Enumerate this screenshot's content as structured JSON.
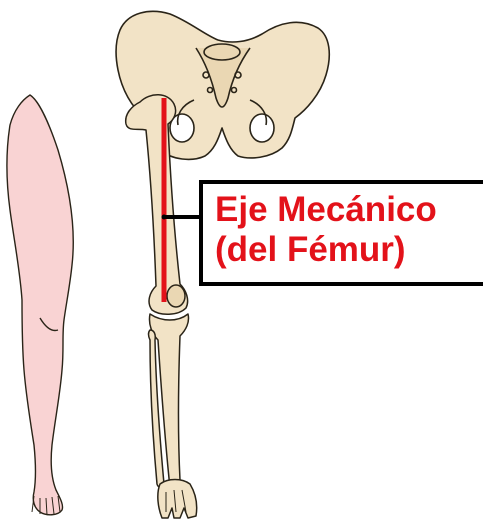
{
  "label": {
    "line1": "Eje Mecánico",
    "line2": "(del Fémur)"
  },
  "colors": {
    "axis_line": "#e3121a",
    "label_text": "#e3121a",
    "bone_fill": "#f2e3c6",
    "bone_stroke": "#2a2418",
    "skin_fill": "#f9d3d3",
    "skin_stroke": "#2a2418",
    "leader_line": "#000000"
  },
  "icons": [
    "pelvis-illustration",
    "leg-skeleton-illustration",
    "leg-silhouette-illustration"
  ]
}
